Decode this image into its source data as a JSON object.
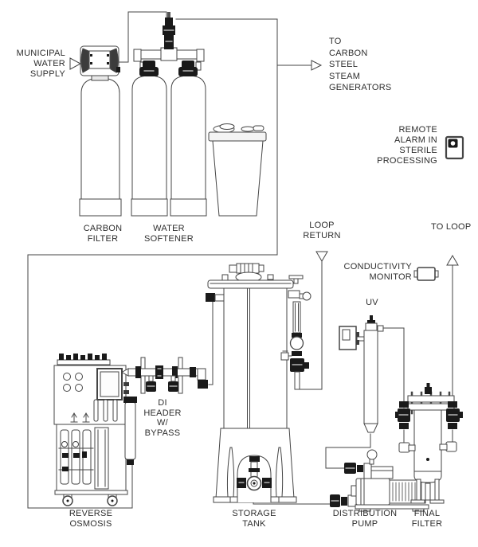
{
  "diagram_type": "water-treatment-system-piping-diagram",
  "colors": {
    "background": "#ffffff",
    "line_art": "#454545",
    "solid_fill": "#1a1a1a",
    "text": "#2e2e2e"
  },
  "labels": {
    "municipal_water_supply": "MUNICIPAL\nWATER\nSUPPLY",
    "carbon_filter": "CARBON\nFILTER",
    "water_softener": "WATER\nSOFTENER",
    "to_carbon_steel_steam_generators": "TO\nCARBON\nSTEEL\nSTEAM\nGENERATORS",
    "remote_alarm_in_sterile_processing": "REMOTE\nALARM IN\nSTERILE\nPROCESSING",
    "loop_return": "LOOP\nRETURN",
    "to_loop": "TO LOOP",
    "conductivity_monitor": "CONDUCTIVITY\nMONITOR",
    "uv": "UV",
    "di_header_w_bypass": "DI\nHEADER\nW/\nBYPASS",
    "reverse_osmosis": "REVERSE\nOSMOSIS",
    "storage_tank": "STORAGE\nTANK",
    "distribution_pump": "DISTRIBUTION\nPUMP",
    "final_filter": "FINAL\nFILTER"
  },
  "icons": {
    "municipal-supply-arrow": "open-triangle-right",
    "steam-generators-arrow": "open-triangle-right",
    "loop-return-arrow": "open-triangle-down",
    "to-loop-arrow": "open-triangle-up",
    "remote-alarm-icon": "alarm-box-with-buzzer",
    "conductivity-monitor-icon": "inline-sensor-body"
  }
}
